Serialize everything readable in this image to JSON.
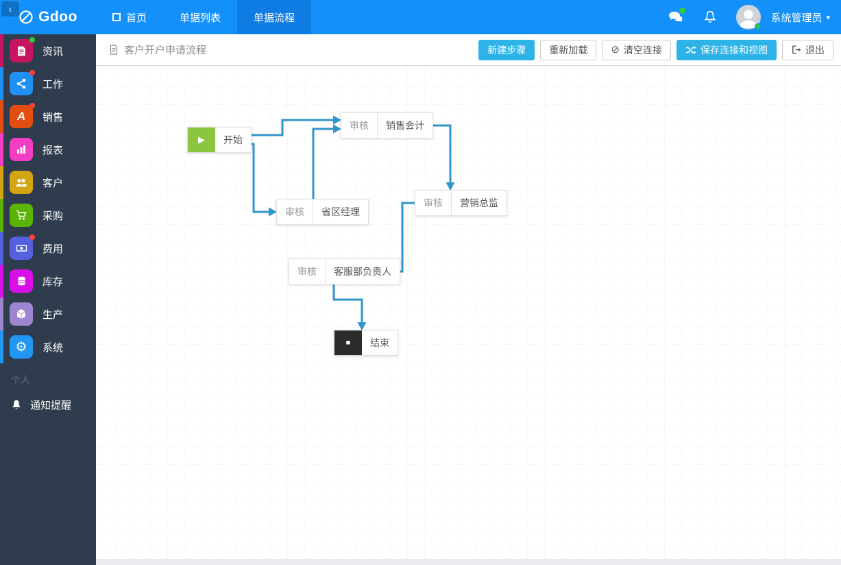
{
  "navbar": {
    "brand": "Gdoo",
    "collapse_icon": "‹",
    "tabs": [
      {
        "label": "首页",
        "active": false
      },
      {
        "label": "单据列表",
        "active": false
      },
      {
        "label": "单据流程",
        "active": true
      }
    ],
    "user_name": "系统管理员",
    "caret_icon": "▾"
  },
  "sidebar": {
    "items": [
      {
        "label": "资讯",
        "color": "#c4155e",
        "badge": "green"
      },
      {
        "label": "工作",
        "color": "#2090f2",
        "badge": "red"
      },
      {
        "label": "销售",
        "color": "#e44d10",
        "badge": "red",
        "glyph": "A"
      },
      {
        "label": "报表",
        "color": "#f23ec4",
        "badge": ""
      },
      {
        "label": "客户",
        "color": "#d3a515",
        "badge": ""
      },
      {
        "label": "采购",
        "color": "#5cb307",
        "badge": ""
      },
      {
        "label": "费用",
        "color": "#5560df",
        "badge": "red"
      },
      {
        "label": "库存",
        "color": "#d90fe8",
        "badge": ""
      },
      {
        "label": "生产",
        "color": "#9d86cf",
        "badge": ""
      },
      {
        "label": "系统",
        "color": "#2196f3",
        "badge": "",
        "glyph": "⚙"
      }
    ],
    "section_label": "个人",
    "notification_label": "通知提醒"
  },
  "toolbar": {
    "title": "客户开户申请流程",
    "buttons": [
      {
        "label": "新建步骤",
        "primary": true
      },
      {
        "label": "重新加载",
        "primary": false
      },
      {
        "label": "清空连接",
        "primary": false,
        "icon_glyph": "⊘"
      },
      {
        "label": "保存连接和视图",
        "primary": true
      },
      {
        "label": "退出",
        "primary": false
      }
    ]
  },
  "flow": {
    "nodes": [
      {
        "type": "start",
        "label": "开始",
        "glyph": "▶"
      },
      {
        "type": "step",
        "prefix": "审核",
        "label": "销售会计"
      },
      {
        "type": "step",
        "prefix": "审核",
        "label": "省区经理"
      },
      {
        "type": "step",
        "prefix": "审核",
        "label": "营销总监"
      },
      {
        "type": "step",
        "prefix": "审核",
        "label": "客服部负责人"
      },
      {
        "type": "end",
        "label": "结束",
        "glyph": "■"
      }
    ],
    "edges": [
      {
        "from": "开始",
        "to": "销售会计"
      },
      {
        "from": "开始",
        "to": "省区经理"
      },
      {
        "from": "省区经理",
        "to": "销售会计"
      },
      {
        "from": "销售会计",
        "to": "营销总监"
      },
      {
        "from": "营销总监",
        "to": "客服部负责人"
      },
      {
        "from": "客服部负责人",
        "to": "结束"
      }
    ]
  },
  "colors": {
    "navbar": "#1490fb",
    "navbar_active_tab": "#0e7ce2",
    "sidebar": "#2f3c4d",
    "primary_button": "#2db3e8",
    "connector": "#3095ca",
    "start_node": "#8cc63f",
    "end_node": "#2b2b2b"
  }
}
